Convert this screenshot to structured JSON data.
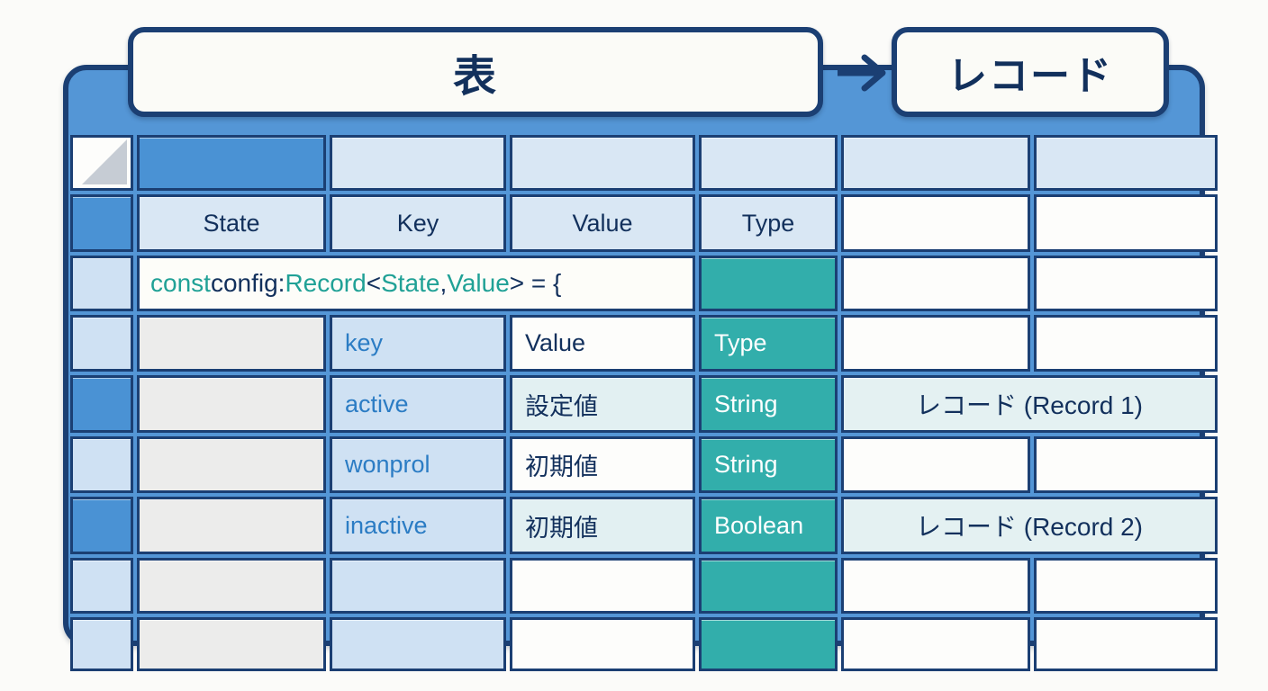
{
  "callouts": {
    "table_label": "表",
    "record_label": "レコード",
    "arrow_icon": "arrow-right-icon"
  },
  "grid": {
    "corner_icon": "diagonal-split-corner-icon",
    "headers": [
      "State",
      "Key",
      "Value",
      "Type"
    ],
    "code_row": {
      "tokens": [
        {
          "text": "const ",
          "kind": "keyword"
        },
        {
          "text": "config: ",
          "kind": "plain"
        },
        {
          "text": "Record",
          "kind": "keyword"
        },
        {
          "text": "<",
          "kind": "plain"
        },
        {
          "text": "State",
          "kind": "keyword"
        },
        {
          "text": ", ",
          "kind": "plain"
        },
        {
          "text": "Value",
          "kind": "keyword"
        },
        {
          "text": "> = {",
          "kind": "plain"
        }
      ],
      "full_text": "const config: Record<State, Value> = {"
    },
    "subheader": {
      "key": "key",
      "value": "Value",
      "type": "Type"
    },
    "rows": [
      {
        "key": "active",
        "value": "設定値",
        "type": "String",
        "record": "レコード (Record 1)"
      },
      {
        "key": "wonprol",
        "value": "初期値",
        "type": "String",
        "record": ""
      },
      {
        "key": "inactive",
        "value": "初期値",
        "type": "Boolean",
        "record": "レコード (Record 2)"
      }
    ]
  },
  "colors": {
    "frame_blue": "#5496d6",
    "border_navy": "#1b3f73",
    "text_navy": "#12305c",
    "header_blue": "#4a92d4",
    "pale_blue": "#d9e7f4",
    "teal": "#32aeab",
    "keyword_teal": "#20a196",
    "key_blue": "#2b7cc4",
    "state_grey": "#ececeb"
  }
}
